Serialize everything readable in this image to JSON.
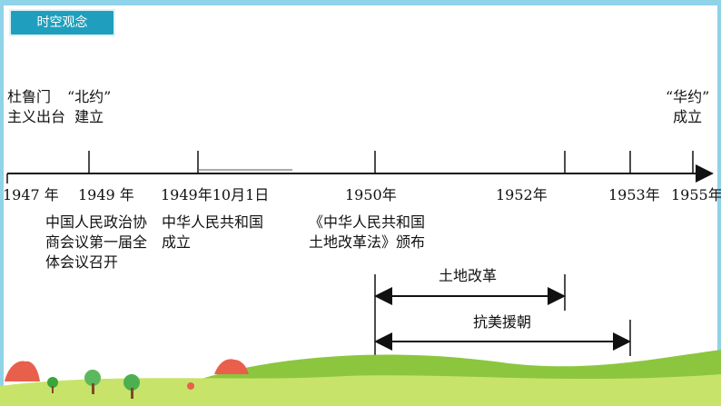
{
  "badge": {
    "text": "时空观念"
  },
  "timeline": {
    "years": {
      "y1947": "1947 年",
      "y1949": "1949 年",
      "y1949_10": "1949年10月1日",
      "y1950": "1950年",
      "y1952": "1952年",
      "y1953": "1953年",
      "y1955": "1955年"
    },
    "events_above": {
      "truman": "杜鲁门\n主义出台",
      "nato": "“北约”\n建立",
      "warsaw": "“华约”\n成立"
    },
    "events_below": {
      "cppcc": "中国人民政治协\n商会议第一届全\n体会议召开",
      "prc": "中华人民共和国\n成立",
      "land_law": "《中华人民共和国\n土地改革法》颁布"
    },
    "spans": {
      "land_reform": "土地改革",
      "korea": "抗美援朝"
    }
  },
  "colors": {
    "badge": "#1f9fbd",
    "frame": "#8fd3e8",
    "hill": "#c8e36a",
    "hill_dark": "#8cc63f"
  }
}
